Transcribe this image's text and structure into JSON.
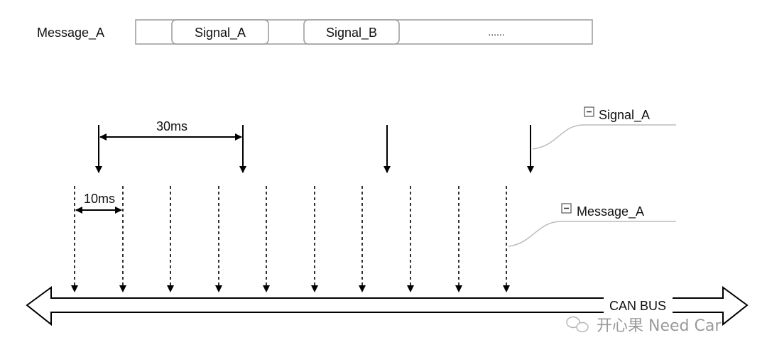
{
  "frame": {
    "message_label": "Message_A",
    "fields": [
      "Signal_A",
      "Signal_B",
      "......"
    ]
  },
  "timing": {
    "signal_period": "30ms",
    "message_period": "10ms",
    "signal_arrow_count": 4,
    "message_arrow_count": 10
  },
  "legend": {
    "signal": "Signal_A",
    "message": "Message_A"
  },
  "bus": {
    "label": "CAN BUS"
  },
  "watermark": {
    "text": "开心果 Need Car"
  }
}
